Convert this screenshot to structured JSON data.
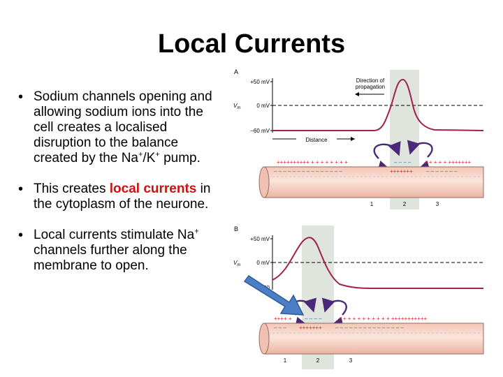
{
  "slide": {
    "title": "Local Currents"
  },
  "bullets": [
    {
      "pre": "Sodium channels opening and allowing sodium ions into the cell creates a localised disruption to the balance created by the Na",
      "sup1": "+",
      "mid": "/K",
      "sup2": "+",
      "post": " pump."
    },
    {
      "pre": "This creates ",
      "highlight": "local currents",
      "post": " in the cytoplasm of the neurone."
    },
    {
      "pre": "Local currents stimulate Na",
      "sup1": "+",
      "post": " channels further along the membrane to open."
    }
  ],
  "figure": {
    "panel_a": {
      "label": "A",
      "y_ticks": [
        "+50 mV",
        "0 mV",
        "−60 mV"
      ],
      "y_axis_label": "V",
      "y_axis_sub": "m",
      "direction_label_1": "Direction of",
      "direction_label_2": "propagation",
      "distance_label": "Distance",
      "outer_charges_left": "++++++++++ + + + + +  +   +   +",
      "outer_charges_mid": "–  –  –  –",
      "outer_charges_right": "+  +  +  +  +  +++++++",
      "inner_charges_left": "– – – – – – – – – – – – – – –",
      "inner_charges_mid": "+++++++",
      "inner_charges_right": "–  –  – – – – –",
      "positions": [
        "1",
        "2",
        "3"
      ]
    },
    "panel_b": {
      "label": "B",
      "y_ticks": [
        "+50 mV",
        "0 mV",
        "−60"
      ],
      "y_axis_label": "V",
      "y_axis_sub": "m",
      "outer_charges_left": "++++  +",
      "outer_charges_mid": "–  –  –  –",
      "outer_charges_right": "+   +   +   +  + + + + + + + +++++++++++",
      "inner_charges_left": "– – –",
      "inner_charges_mid": "+++++++",
      "inner_charges_right": "–   –  –  –  –  – – – – – – – – – –",
      "positions": [
        "1",
        "2",
        "3"
      ]
    },
    "colors": {
      "axon_fill": "#f8d8cc",
      "axon_stroke": "#9a6a5e",
      "highlight_band": "#dfe4dc",
      "action_potential": "#a02050",
      "current_arrows": "#4a2a78",
      "plus_charge": "#e0181e",
      "minus_charge": "#3a5fb8",
      "pointer_arrow": "#4a7fc8"
    }
  }
}
